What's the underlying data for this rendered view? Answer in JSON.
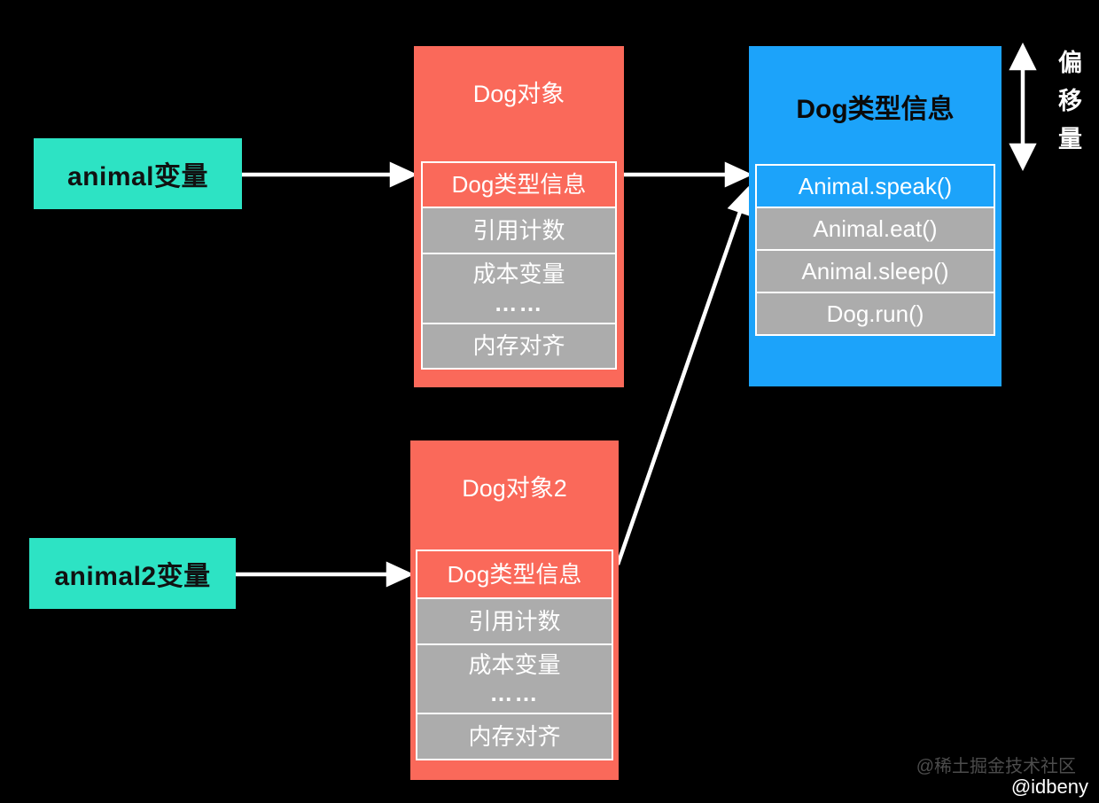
{
  "colors": {
    "background": "#000000",
    "object_red": "#fa695a",
    "type_blue": "#1ca3fa",
    "variable_teal": "#2de3c4",
    "row_gray": "#acacac",
    "arrow_white": "#ffffff"
  },
  "variable1": {
    "label": "animal变量"
  },
  "variable2": {
    "label": "animal2变量"
  },
  "object1": {
    "title": "Dog对象",
    "rows": {
      "type": "Dog类型信息",
      "refcount": "引用计数",
      "member": "成本变量",
      "ellipsis": "……",
      "align": "内存对齐"
    }
  },
  "object2": {
    "title": "Dog对象2",
    "rows": {
      "type": "Dog类型信息",
      "refcount": "引用计数",
      "member": "成本变量",
      "ellipsis": "……",
      "align": "内存对齐"
    }
  },
  "typeinfo": {
    "title": "Dog类型信息",
    "rows": [
      "Animal.speak()",
      "Animal.eat()",
      "Animal.sleep()",
      "Dog.run()"
    ]
  },
  "offset": {
    "label": "偏移量"
  },
  "watermark": {
    "community": "@稀土掘金技术社区",
    "author": "@idbeny"
  }
}
